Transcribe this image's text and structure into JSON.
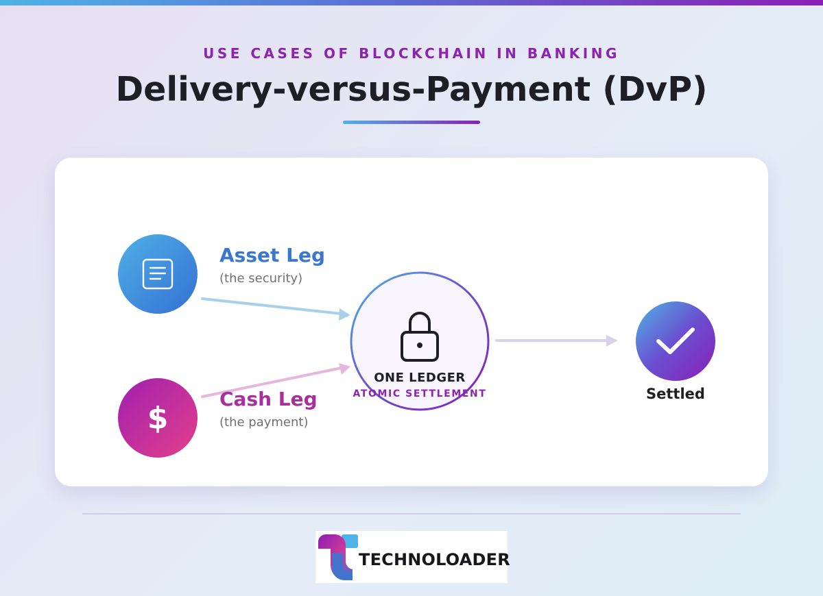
{
  "header": {
    "eyebrow": "USE CASES OF BLOCKCHAIN IN BANKING",
    "title": "Delivery-versus-Payment (DvP)"
  },
  "diagram": {
    "asset_leg": {
      "title": "Asset Leg",
      "subtitle": "(the security)",
      "icon": "document-icon"
    },
    "cash_leg": {
      "title": "Cash Leg",
      "subtitle": "(the payment)",
      "icon": "dollar-icon",
      "symbol": "$"
    },
    "ledger": {
      "title": "ONE LEDGER",
      "subtitle": "ATOMIC SETTLEMENT",
      "icon": "lock-icon"
    },
    "result": {
      "label": "Settled",
      "icon": "checkmark-icon"
    }
  },
  "footer": {
    "brand": "TECHNOLOADER"
  },
  "colors": {
    "accent_purple": "#8c24b0",
    "asset_blue": "#3a78cf",
    "cash_magenta": "#a8309e"
  }
}
